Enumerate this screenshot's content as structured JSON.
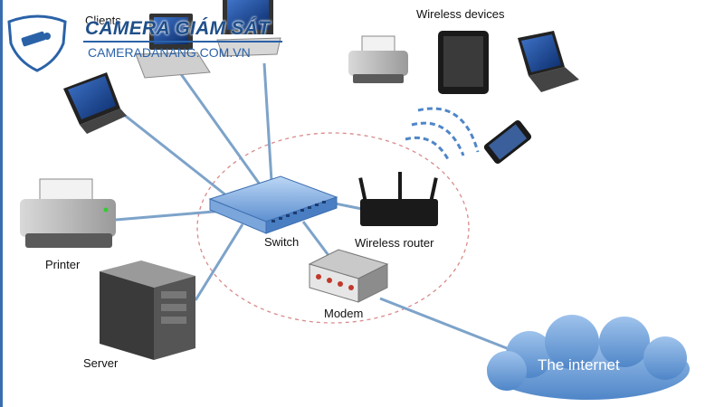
{
  "brand": {
    "title": "CAMERA GIÁM SÁT",
    "subtitle": "CAMERADANANG.COM.VN"
  },
  "labels": {
    "clients": "Clients",
    "wireless_devices": "Wireless devices",
    "printer": "Printer",
    "server": "Server",
    "switch": "Switch",
    "wireless_router": "Wireless router",
    "modem": "Modem",
    "internet": "The internet"
  },
  "colors": {
    "link": "#7da3c9",
    "brand": "#1f4f8a",
    "cloud": "#6f9fd6",
    "boundary": "#d98a8a"
  }
}
